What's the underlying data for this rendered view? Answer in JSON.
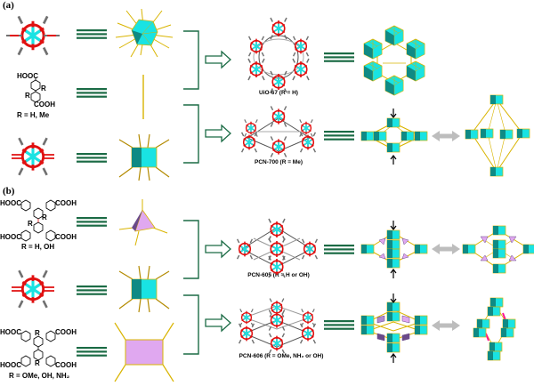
{
  "colors": {
    "equiv": "#1b6b45",
    "bracket": "#1b6b45",
    "cluster_cyan": "#19e3e3",
    "cluster_dark": "#0f8a84",
    "linker_gold": "#d9b400",
    "linker_dark": "#8a6a00",
    "tetra_pink": "#e0a8f0",
    "tetra_dark": "#6a4a8a",
    "oxygen_red": "#e01010",
    "carbon_gray": "#707070",
    "grey_arrow": "#bdbdbd",
    "magenta": "#ff1493"
  },
  "panels": {
    "a": {
      "label": "(a)",
      "linker_formula": {
        "top": "HOOC",
        "r_right": "R",
        "r_left": "R",
        "bottom": "COOH",
        "definition": "R = H, Me"
      },
      "products": [
        {
          "caption": "UiO-67 (R = H)"
        },
        {
          "caption": "PCN-700 (R = Me)"
        }
      ]
    },
    "b": {
      "label": "(b)",
      "linker1_formula": {
        "tl": "HOOC",
        "tr": "COOH",
        "bl": "HOOC",
        "br": "COOH",
        "r1": "R",
        "r2": "R",
        "definition": "R = H, OH"
      },
      "linker2_formula": {
        "tl": "HOOC",
        "tr": "COOH",
        "bl": "HOOC",
        "br": "COOH",
        "r_top": "R",
        "r_bottom": "R",
        "definition": "R = OMe, OH, NH₂"
      },
      "products": [
        {
          "caption": "PCN-605 (R = H or OH)"
        },
        {
          "caption": "PCN-606 (R = OMe, NH₂ or OH)"
        }
      ]
    }
  }
}
